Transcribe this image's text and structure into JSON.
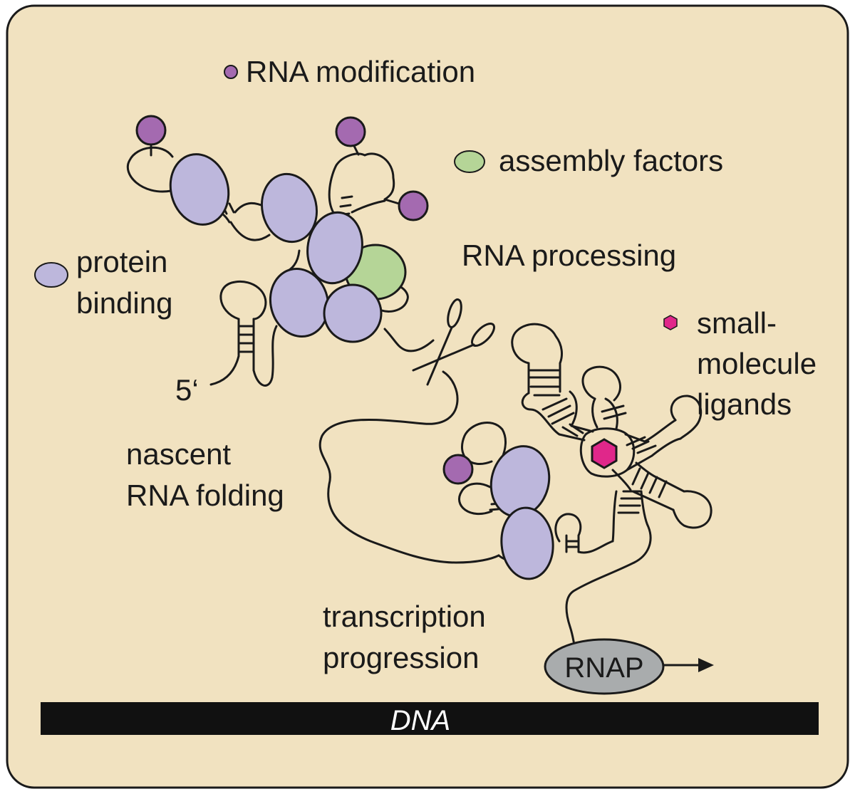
{
  "legend": {
    "rna_modification": "RNA modification",
    "assembly_factors": "assembly factors",
    "protein_binding_line1": "protein",
    "protein_binding_line2": "binding",
    "rna_processing": "RNA processing",
    "small_molecule_line1": "small-",
    "small_molecule_line2": "molecule",
    "small_molecule_line3": "ligands"
  },
  "process_labels": {
    "nascent_line1": "nascent",
    "nascent_line2": "RNA folding",
    "transcription_line1": "transcription",
    "transcription_line2": "progression"
  },
  "rna": {
    "five_prime": "5‘"
  },
  "polymerase": {
    "label": "RNAP"
  },
  "dna": {
    "label": "DNA"
  },
  "colors": {
    "background": "#f1e2c0",
    "border": "#1a1a1a",
    "modification": "#a46ab0",
    "protein": "#bdb7dc",
    "assembly_factor": "#b5d597",
    "ligand": "#e0278a",
    "polymerase": "#a9acad",
    "dna": "#111111"
  },
  "icons": [
    "rna-modification-icon",
    "assembly-factor-icon",
    "protein-icon",
    "scissors-icon",
    "ligand-icon",
    "arrow-right-icon"
  ]
}
